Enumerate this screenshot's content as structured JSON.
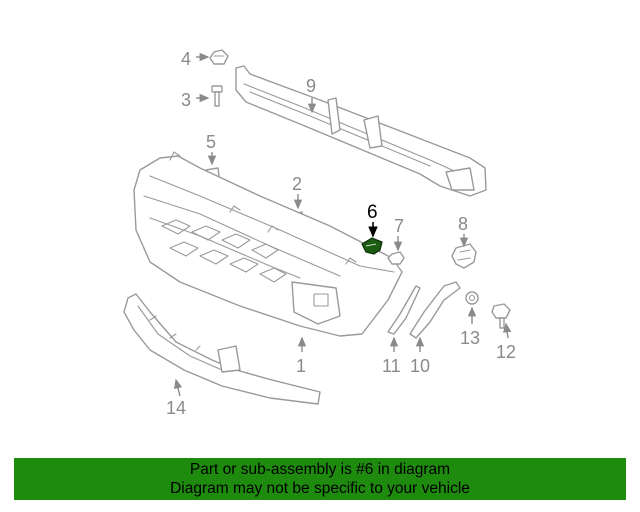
{
  "diagram": {
    "callouts": [
      "1",
      "2",
      "3",
      "4",
      "5",
      "6",
      "7",
      "8",
      "9",
      "10",
      "11",
      "12",
      "13",
      "14"
    ],
    "highlight_callout": "6",
    "colors": {
      "part_stroke": "#9a9a9a",
      "callout_text": "#8a8a8a",
      "highlight": "#000000",
      "highlight_part": "#1a5c10"
    }
  },
  "banner": {
    "line1": "Part or sub-assembly is #6 in diagram",
    "line2": "Diagram may not be specific to your vehicle",
    "background": "#1e8a0e"
  }
}
